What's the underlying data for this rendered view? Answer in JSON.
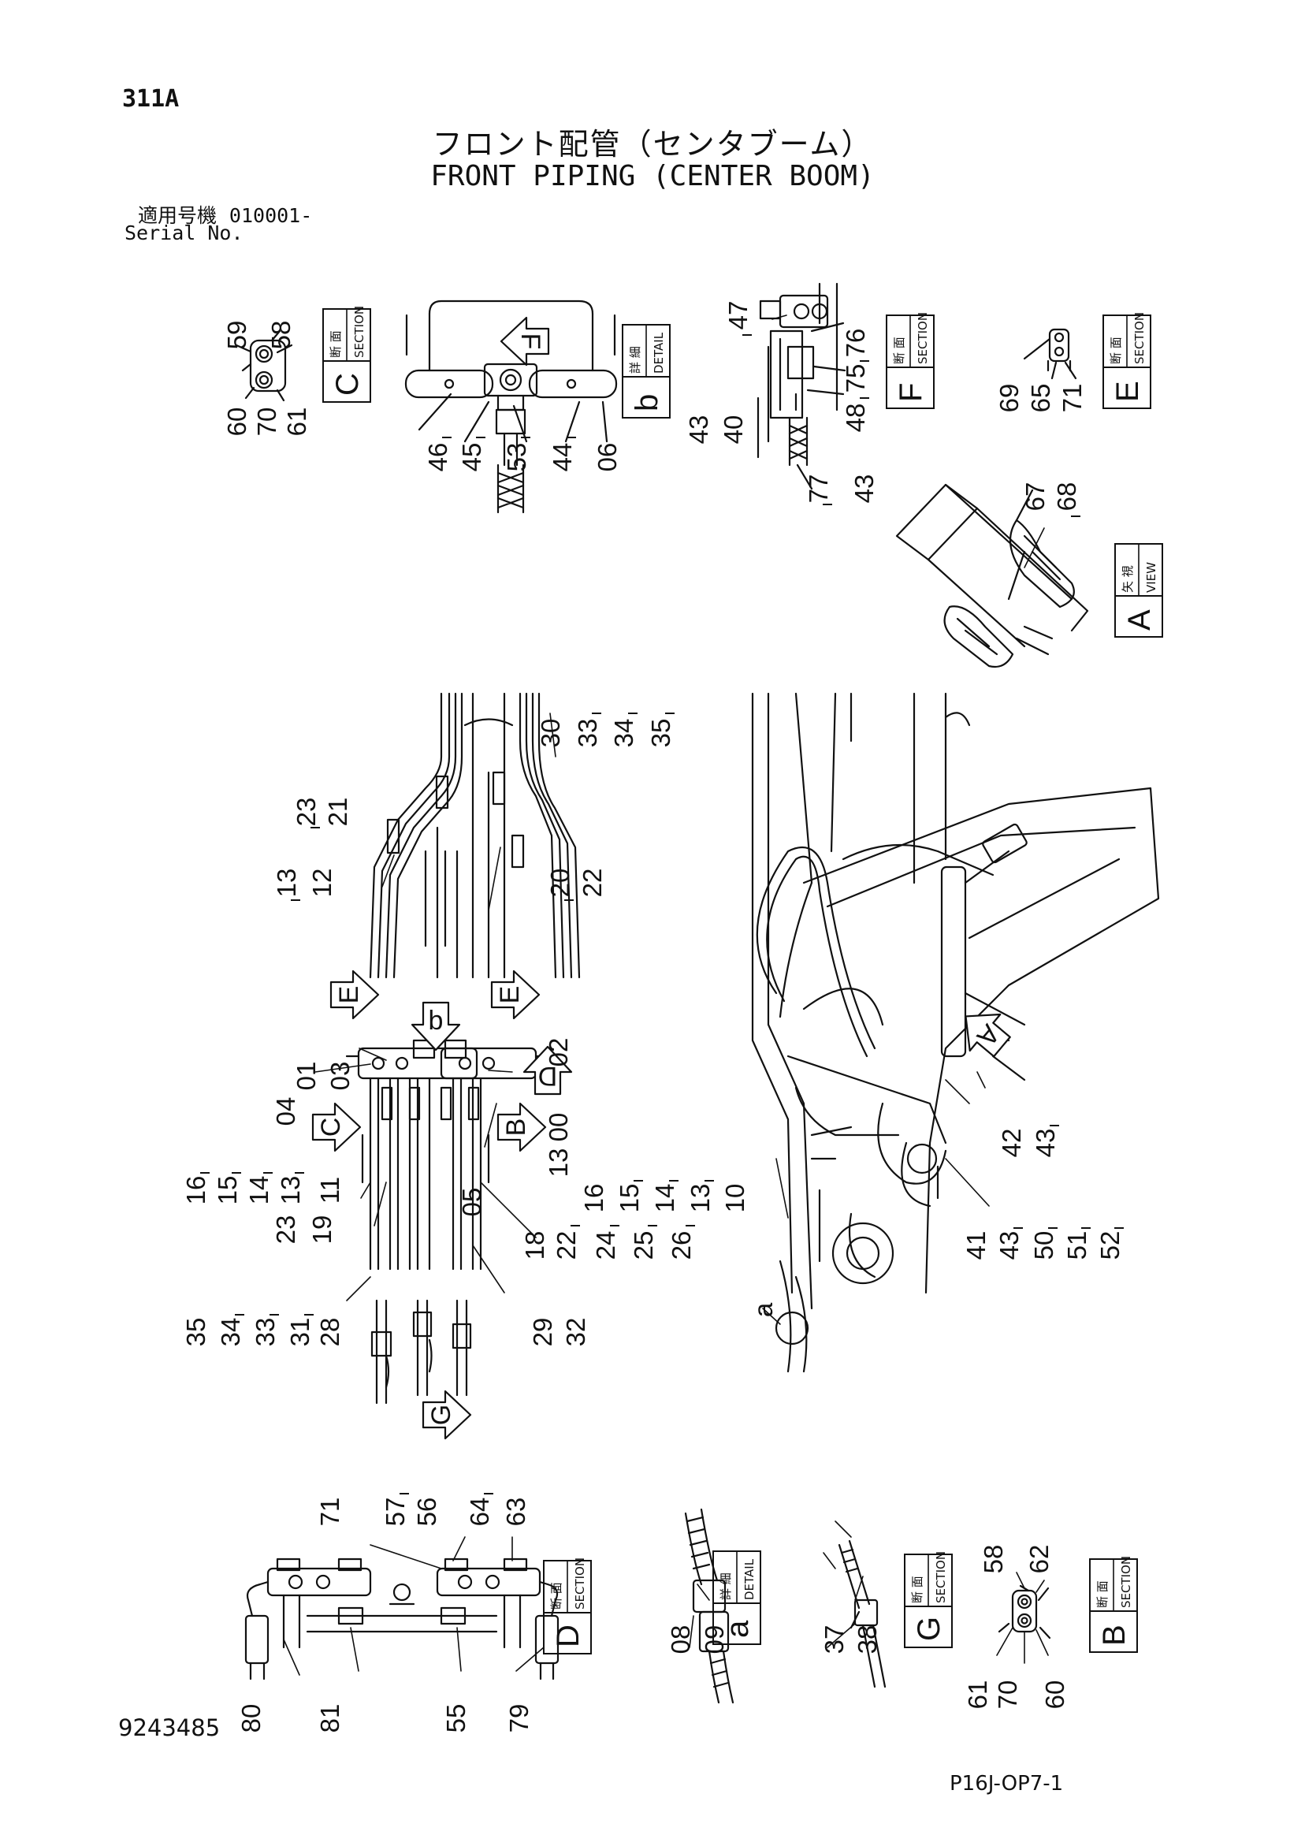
{
  "header": {
    "page_number": "311A",
    "title_jp": "フロント配管（センタブーム）",
    "title_en": "FRONT PIPING (CENTER BOOM)",
    "serial_label_jp": "適用号機",
    "serial_value": "010001-",
    "serial_label_en": "Serial No."
  },
  "footer": {
    "document_number": "9243485",
    "page_code": "P16J-OP7-1"
  },
  "view_boxes": [
    {
      "id": "sec-c",
      "letter": "C",
      "kanji": "断 面",
      "sub": "SECTION"
    },
    {
      "id": "det-b",
      "letter": "b",
      "kanji": "詳 細",
      "sub": "DETAIL"
    },
    {
      "id": "sec-f",
      "letter": "F",
      "kanji": "断 面",
      "sub": "SECTION"
    },
    {
      "id": "sec-e",
      "letter": "E",
      "kanji": "断 面",
      "sub": "SECTION"
    },
    {
      "id": "view-a",
      "letter": "A",
      "kanji": "矢 視",
      "sub": "VIEW"
    },
    {
      "id": "sec-d",
      "letter": "D",
      "kanji": "断 面",
      "sub": "SECTION"
    },
    {
      "id": "det-a",
      "letter": "a",
      "kanji": "詳 細",
      "sub": "DETAIL"
    },
    {
      "id": "sec-g",
      "letter": "G",
      "kanji": "断 面",
      "sub": "SECTION"
    },
    {
      "id": "sec-b",
      "letter": "B",
      "kanji": "断 面",
      "sub": "SECTION"
    }
  ],
  "view_arrows": [
    "F",
    "E",
    "E",
    "b",
    "D",
    "C",
    "B",
    "A",
    "G"
  ],
  "callouts": [
    "59",
    "58",
    "60",
    "70",
    "61",
    "46",
    "45",
    "53",
    "44",
    "06",
    "47",
    "76",
    "75",
    "48",
    "43",
    "40",
    "77",
    "43",
    "69",
    "65",
    "71",
    "67",
    "68",
    "30",
    "33",
    "34",
    "35",
    "23",
    "21",
    "13",
    "12",
    "20",
    "22",
    "01",
    "03",
    "04",
    "02",
    "00",
    "13",
    "05",
    "16",
    "15",
    "14",
    "13",
    "11",
    "23",
    "19",
    "18",
    "22",
    "24",
    "25",
    "26",
    "35",
    "34",
    "33",
    "31",
    "28",
    "29",
    "32",
    "16",
    "15",
    "14",
    "13",
    "10",
    "a",
    "42",
    "43",
    "41",
    "43",
    "50",
    "51",
    "52",
    "71",
    "57",
    "56",
    "64",
    "63",
    "80",
    "81",
    "55",
    "79",
    "08",
    "09",
    "37",
    "38",
    "61",
    "70",
    "58",
    "62",
    "60"
  ]
}
